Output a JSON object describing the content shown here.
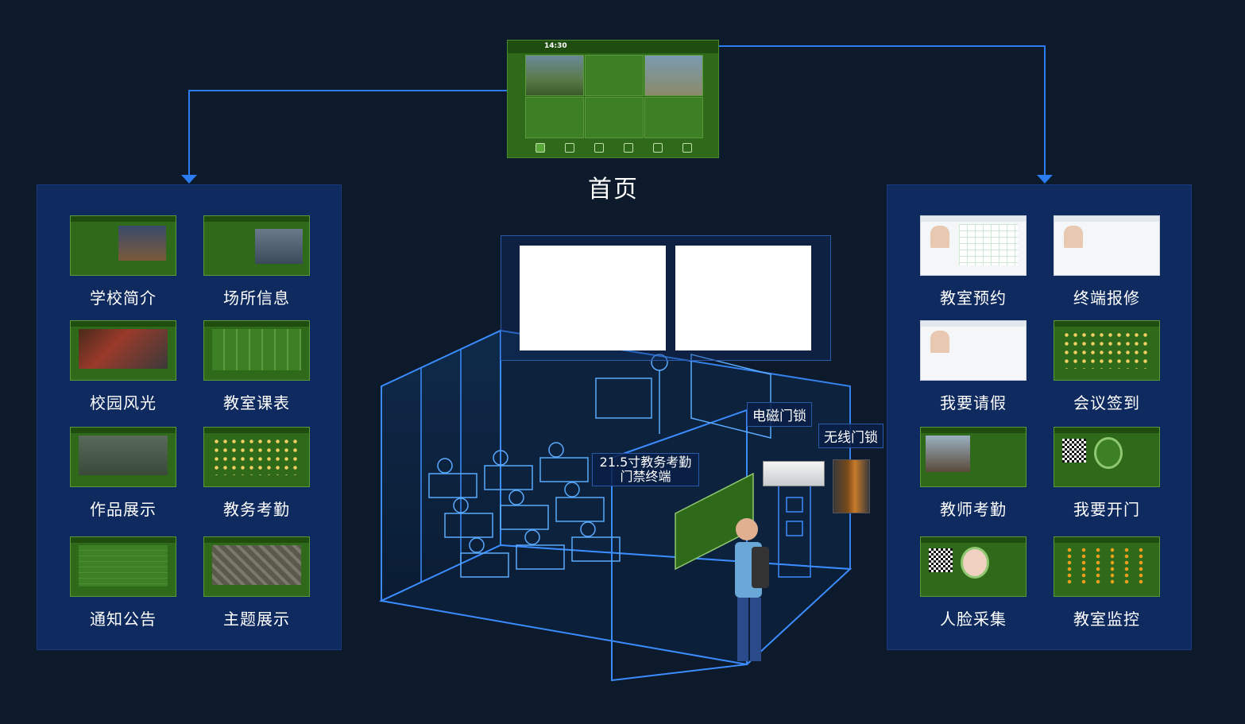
{
  "home": {
    "title": "首页",
    "screen_time": "14:30",
    "colors": {
      "accent": "#2a7cf0",
      "screen_green": "#2f6a1a",
      "panel_blue": "#0e2a5e",
      "background": "#0c1a2b"
    }
  },
  "left_panel": {
    "items": [
      {
        "label": "学校简介"
      },
      {
        "label": "场所信息"
      },
      {
        "label": "校园风光"
      },
      {
        "label": "教室课表"
      },
      {
        "label": "作品展示"
      },
      {
        "label": "教务考勤"
      },
      {
        "label": "通知公告"
      },
      {
        "label": "主题展示"
      }
    ]
  },
  "right_panel": {
    "items": [
      {
        "label": "教室预约"
      },
      {
        "label": "终端报修"
      },
      {
        "label": "我要请假"
      },
      {
        "label": "会议签到"
      },
      {
        "label": "教师考勤"
      },
      {
        "label": "我要开门"
      },
      {
        "label": "人脸采集"
      },
      {
        "label": "教室监控"
      }
    ]
  },
  "scene": {
    "terminal_label": "21.5寸教务考勤门禁终端",
    "lock_electromagnetic": "电磁门锁",
    "lock_wireless": "无线门锁"
  }
}
